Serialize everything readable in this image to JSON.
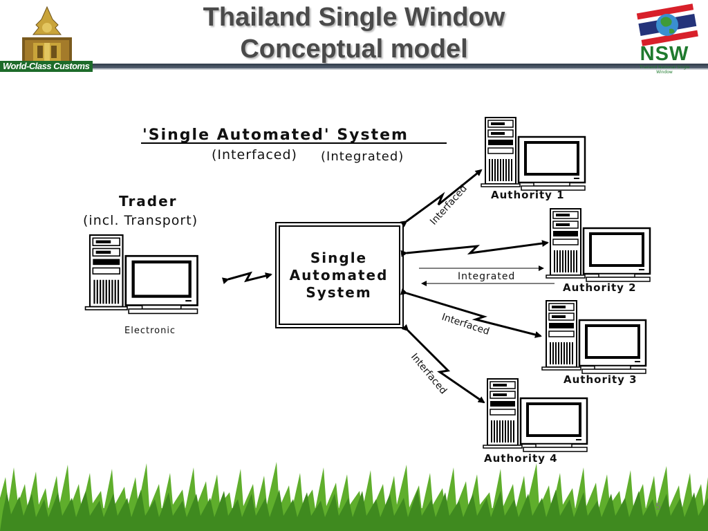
{
  "slide": {
    "title_line1": "Thailand Single Window",
    "title_line2": "Conceptual model",
    "page_number": "5"
  },
  "logos": {
    "left_caption": "World-Class Customs",
    "right_text": "NSW",
    "right_subtext": "Thailand National Single Window"
  },
  "diagram": {
    "heading": "'Single Automated' System",
    "sub_left": "(Interfaced)",
    "sub_right": "(Integrated)",
    "trader_line1": "Trader",
    "trader_line2": "(incl. Transport)",
    "trader_caption": "Electronic",
    "center_line1": "Single",
    "center_line2": "Automated",
    "center_line3": "System",
    "authority1": "Authority 1",
    "authority2": "Authority 2",
    "authority3": "Authority 3",
    "authority4": "Authority 4",
    "link1_label": "Interfaced",
    "link2_label": "Integrated",
    "link3_label": "Interfaced",
    "link4_label": "Interfaced"
  }
}
